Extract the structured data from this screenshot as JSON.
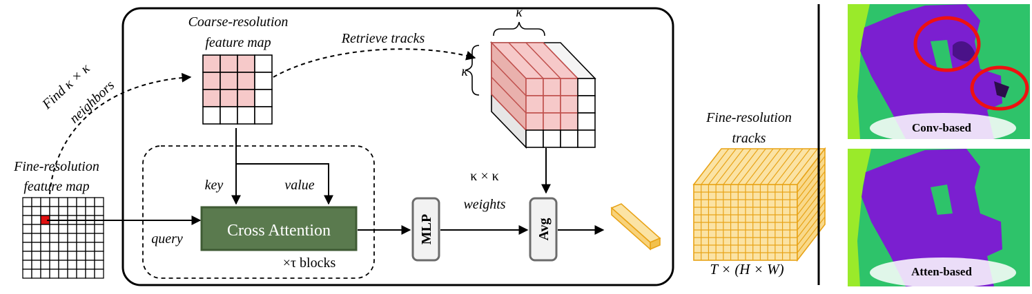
{
  "labels": {
    "coarse_map_line1": "Coarse-resolution",
    "coarse_map_line2": "feature map",
    "retrieve_tracks": "Retrieve tracks",
    "find_line1": "Find κ × κ",
    "find_line2": "neighbors",
    "fine_map_line1": "Fine-resolution",
    "fine_map_line2": "feature map",
    "key": "key",
    "value": "value",
    "query": "query",
    "cross_attention": "Cross Attention",
    "blocks": "×τ blocks",
    "mlp": "MLP",
    "weights_line1": "κ × κ",
    "weights_line2": "weights",
    "avg": "Avg",
    "kappa_top": "κ",
    "kappa_side": "κ",
    "fine_tracks_line1": "Fine-resolution",
    "fine_tracks_line2": "tracks",
    "dims": "T × (H × W)",
    "conv_based": "Conv-based",
    "atten_based": "Atten-based"
  },
  "colors": {
    "highlight_pink": "#f6c9c9",
    "track_red": "#c0504d",
    "cross_attention_fill": "#5a7a4e",
    "orange": "#e8a317",
    "orange_light": "#fbe3a4",
    "purple": "#7b1fd0",
    "green": "#2ec36a",
    "lime": "#9aea2a",
    "circle_red": "#ee1111"
  }
}
